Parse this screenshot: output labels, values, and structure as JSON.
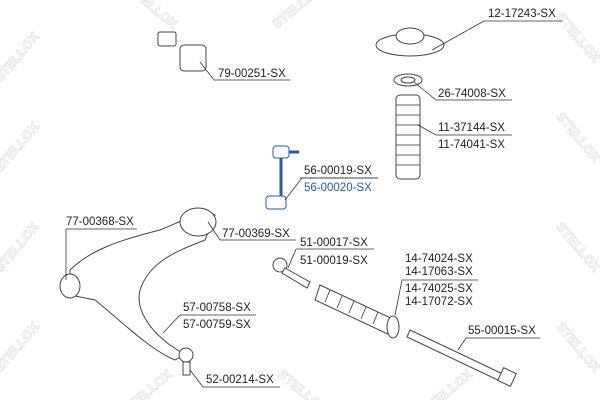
{
  "watermark": "STELLOX",
  "colors": {
    "highlight": "#2a5aa8",
    "line": "#333333"
  },
  "labels": {
    "p12_17243": "12-17243-SX",
    "p79_00251": "79-00251-SX",
    "p26_74008": "26-74008-SX",
    "p11_37144": "11-37144-SX",
    "p11_74041": "11-74041-SX",
    "p56_00019": "56-00019-SX",
    "p56_00020": "56-00020-SX",
    "p77_00368": "77-00368-SX",
    "p77_00369": "77-00369-SX",
    "p51_00017": "51-00017-SX",
    "p51_00019": "51-00019-SX",
    "p14_74024": "14-74024-SX",
    "p14_17063": "14-17063-SX",
    "p14_74025": "14-74025-SX",
    "p14_17072": "14-17072-SX",
    "p57_00758": "57-00758-SX",
    "p57_00759": "57-00759-SX",
    "p55_00015": "55-00015-SX",
    "p52_00214": "52-00214-SX"
  }
}
